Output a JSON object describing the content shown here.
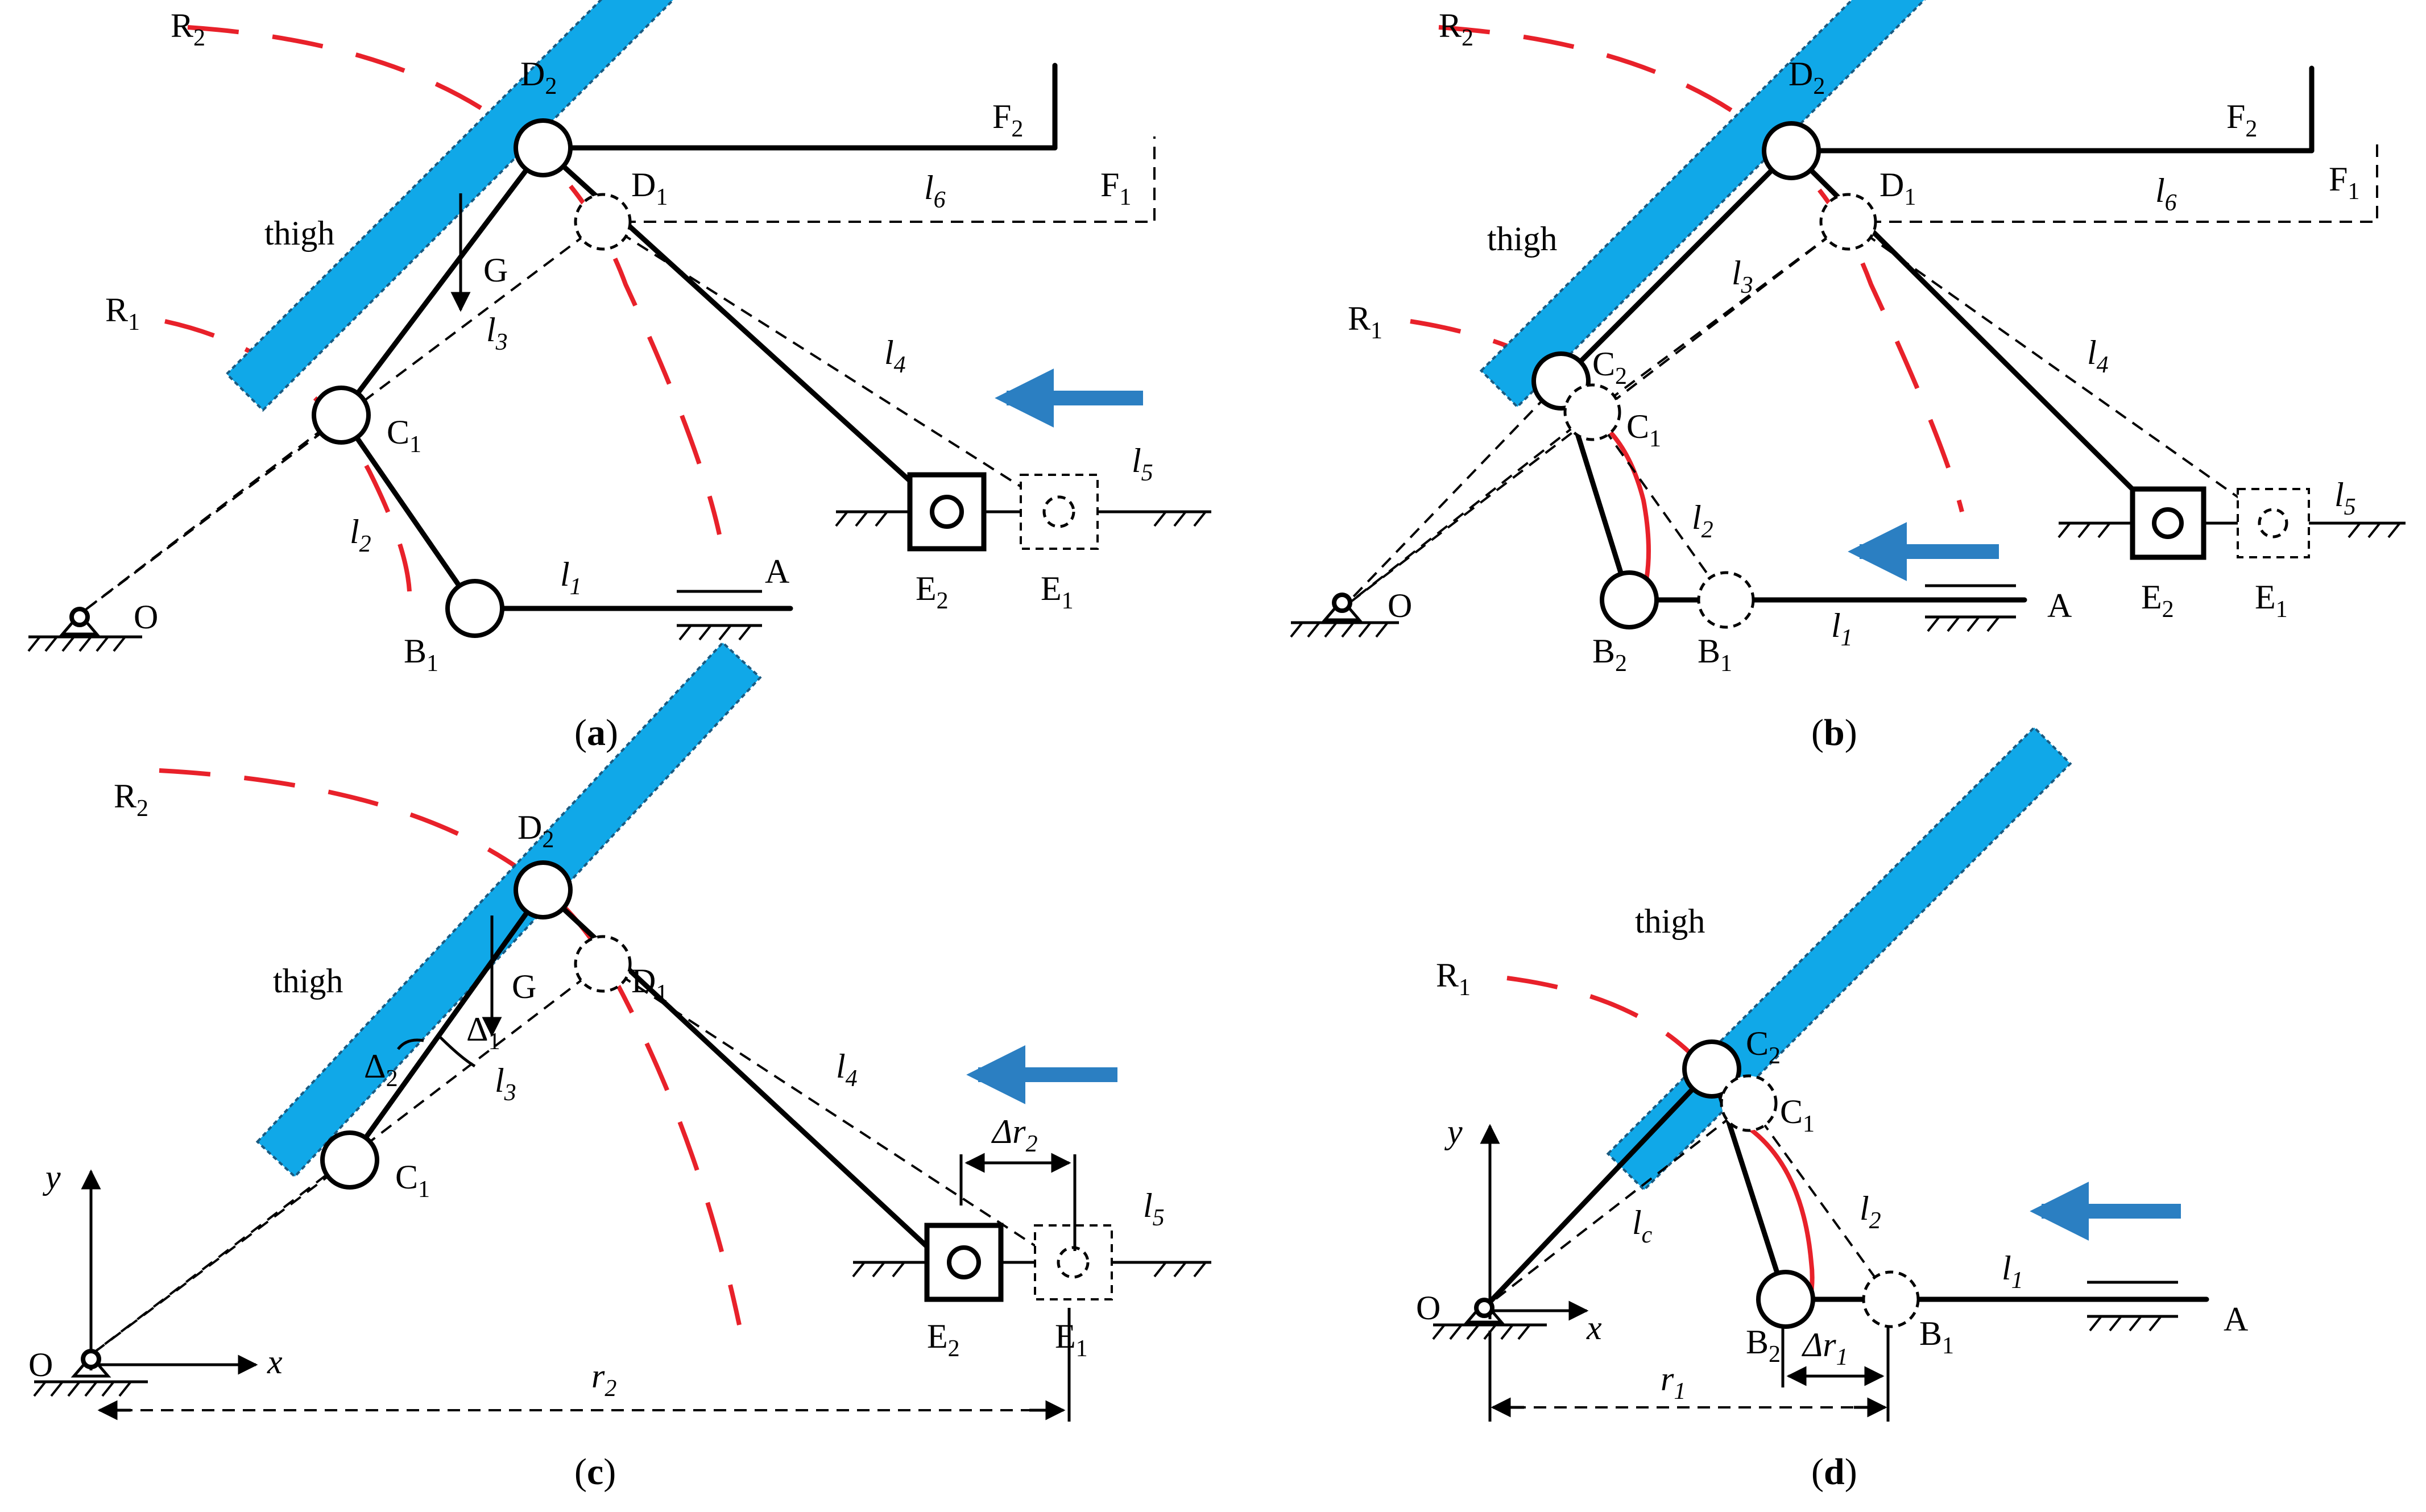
{
  "figure": {
    "panels": [
      {
        "caption": "a",
        "labels": {
          "R2": "R",
          "R2_sub": "2",
          "D2": "D",
          "D2_sub": "2",
          "F2": "F",
          "F2_sub": "2",
          "D1": "D",
          "D1_sub": "1",
          "l6": "l",
          "l6_sub": "6",
          "F1": "F",
          "F1_sub": "1",
          "thigh": "thigh",
          "G": "G",
          "l3": "l",
          "l3_sub": "3",
          "R1": "R",
          "R1_sub": "1",
          "l4": "l",
          "l4_sub": "4",
          "C1": "C",
          "C1_sub": "1",
          "l5": "l",
          "l5_sub": "5",
          "l2": "l",
          "l2_sub": "2",
          "l1": "l",
          "l1_sub": "1",
          "A": "A",
          "O": "O",
          "B1": "B",
          "B1_sub": "1",
          "E2": "E",
          "E2_sub": "2",
          "E1": "E",
          "E1_sub": "1"
        }
      },
      {
        "caption": "b",
        "labels": {
          "R2": "R",
          "R2_sub": "2",
          "D2": "D",
          "D2_sub": "2",
          "F2": "F",
          "F2_sub": "2",
          "D1": "D",
          "D1_sub": "1",
          "l6": "l",
          "l6_sub": "6",
          "F1": "F",
          "F1_sub": "1",
          "thigh": "thigh",
          "l3": "l",
          "l3_sub": "3",
          "R1": "R",
          "R1_sub": "1",
          "C2": "C",
          "C2_sub": "2",
          "C1": "C",
          "C1_sub": "1",
          "l4": "l",
          "l4_sub": "4",
          "l2": "l",
          "l2_sub": "2",
          "l5": "l",
          "l5_sub": "5",
          "l1": "l",
          "l1_sub": "1",
          "A": "A",
          "O": "O",
          "B2": "B",
          "B2_sub": "2",
          "B1": "B",
          "B1_sub": "1",
          "E2": "E",
          "E2_sub": "2",
          "E1": "E",
          "E1_sub": "1"
        }
      },
      {
        "caption": "c",
        "labels": {
          "R2": "R",
          "R2_sub": "2",
          "D2": "D",
          "D2_sub": "2",
          "D1": "D",
          "D1_sub": "1",
          "thigh": "thigh",
          "G": "G",
          "delta1": "Δ",
          "delta1_sub": "1",
          "delta2": "Δ",
          "delta2_sub": "2",
          "l3": "l",
          "l3_sub": "3",
          "l4": "l",
          "l4_sub": "4",
          "dr2": "Δr",
          "dr2_sub": "2",
          "C1": "C",
          "C1_sub": "1",
          "y": "y",
          "l5": "l",
          "l5_sub": "5",
          "x": "x",
          "O": "O",
          "E2": "E",
          "E2_sub": "2",
          "E1": "E",
          "E1_sub": "1",
          "r2": "r",
          "r2_sub": "2"
        }
      },
      {
        "caption": "d",
        "labels": {
          "thigh": "thigh",
          "R1": "R",
          "R1_sub": "1",
          "C2": "C",
          "C2_sub": "2",
          "C1": "C",
          "C1_sub": "1",
          "y": "y",
          "lc": "l",
          "lc_sub": "c",
          "l2": "l",
          "l2_sub": "2",
          "l1": "l",
          "l1_sub": "1",
          "O": "O",
          "x": "x",
          "A": "A",
          "B2": "B",
          "B2_sub": "2",
          "dr1": "Δr",
          "dr1_sub": "1",
          "B1": "B",
          "B1_sub": "1",
          "r1": "r",
          "r1_sub": "1"
        }
      }
    ],
    "colors": {
      "thigh_fill": "#10a8e8",
      "arc_red": "#e8212a",
      "arrow_blue": "#2b7fc2"
    }
  }
}
